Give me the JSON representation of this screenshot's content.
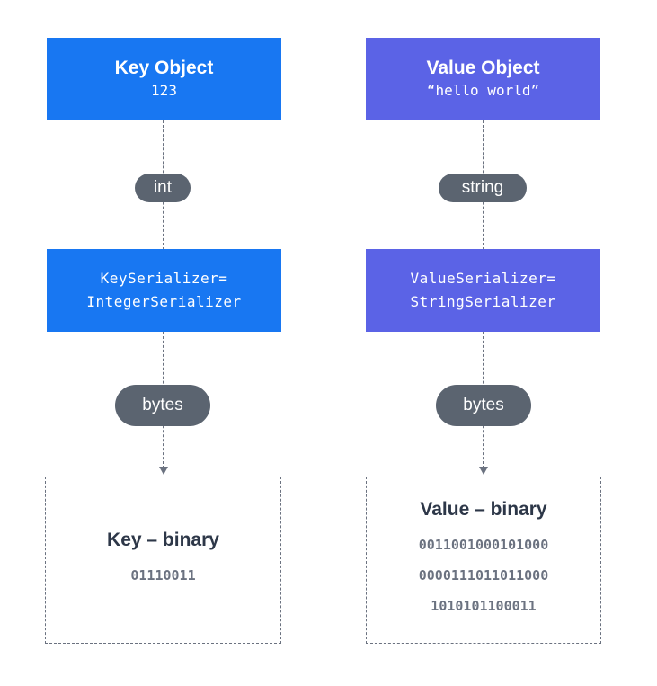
{
  "key_column": {
    "object": {
      "title": "Key Object",
      "value": "123"
    },
    "type_label": "int",
    "serializer": {
      "line1": "KeySerializer=",
      "line2": "IntegerSerializer"
    },
    "bytes_label": "bytes",
    "binary": {
      "title": "Key – binary",
      "lines": [
        "01110011"
      ]
    }
  },
  "value_column": {
    "object": {
      "title": "Value Object",
      "value": "“hello world”"
    },
    "type_label": "string",
    "serializer": {
      "line1": "ValueSerializer=",
      "line2": "StringSerializer"
    },
    "bytes_label": "bytes",
    "binary": {
      "title": "Value – binary",
      "lines": [
        "0011001000101000",
        "0000111011011000",
        "1010101100011"
      ]
    }
  },
  "colors": {
    "key_blue": "#1877f2",
    "value_indigo": "#5b63e6",
    "pill_gray": "#5b6470",
    "connector_gray": "#6b7280",
    "binary_title": "#2d3748"
  }
}
